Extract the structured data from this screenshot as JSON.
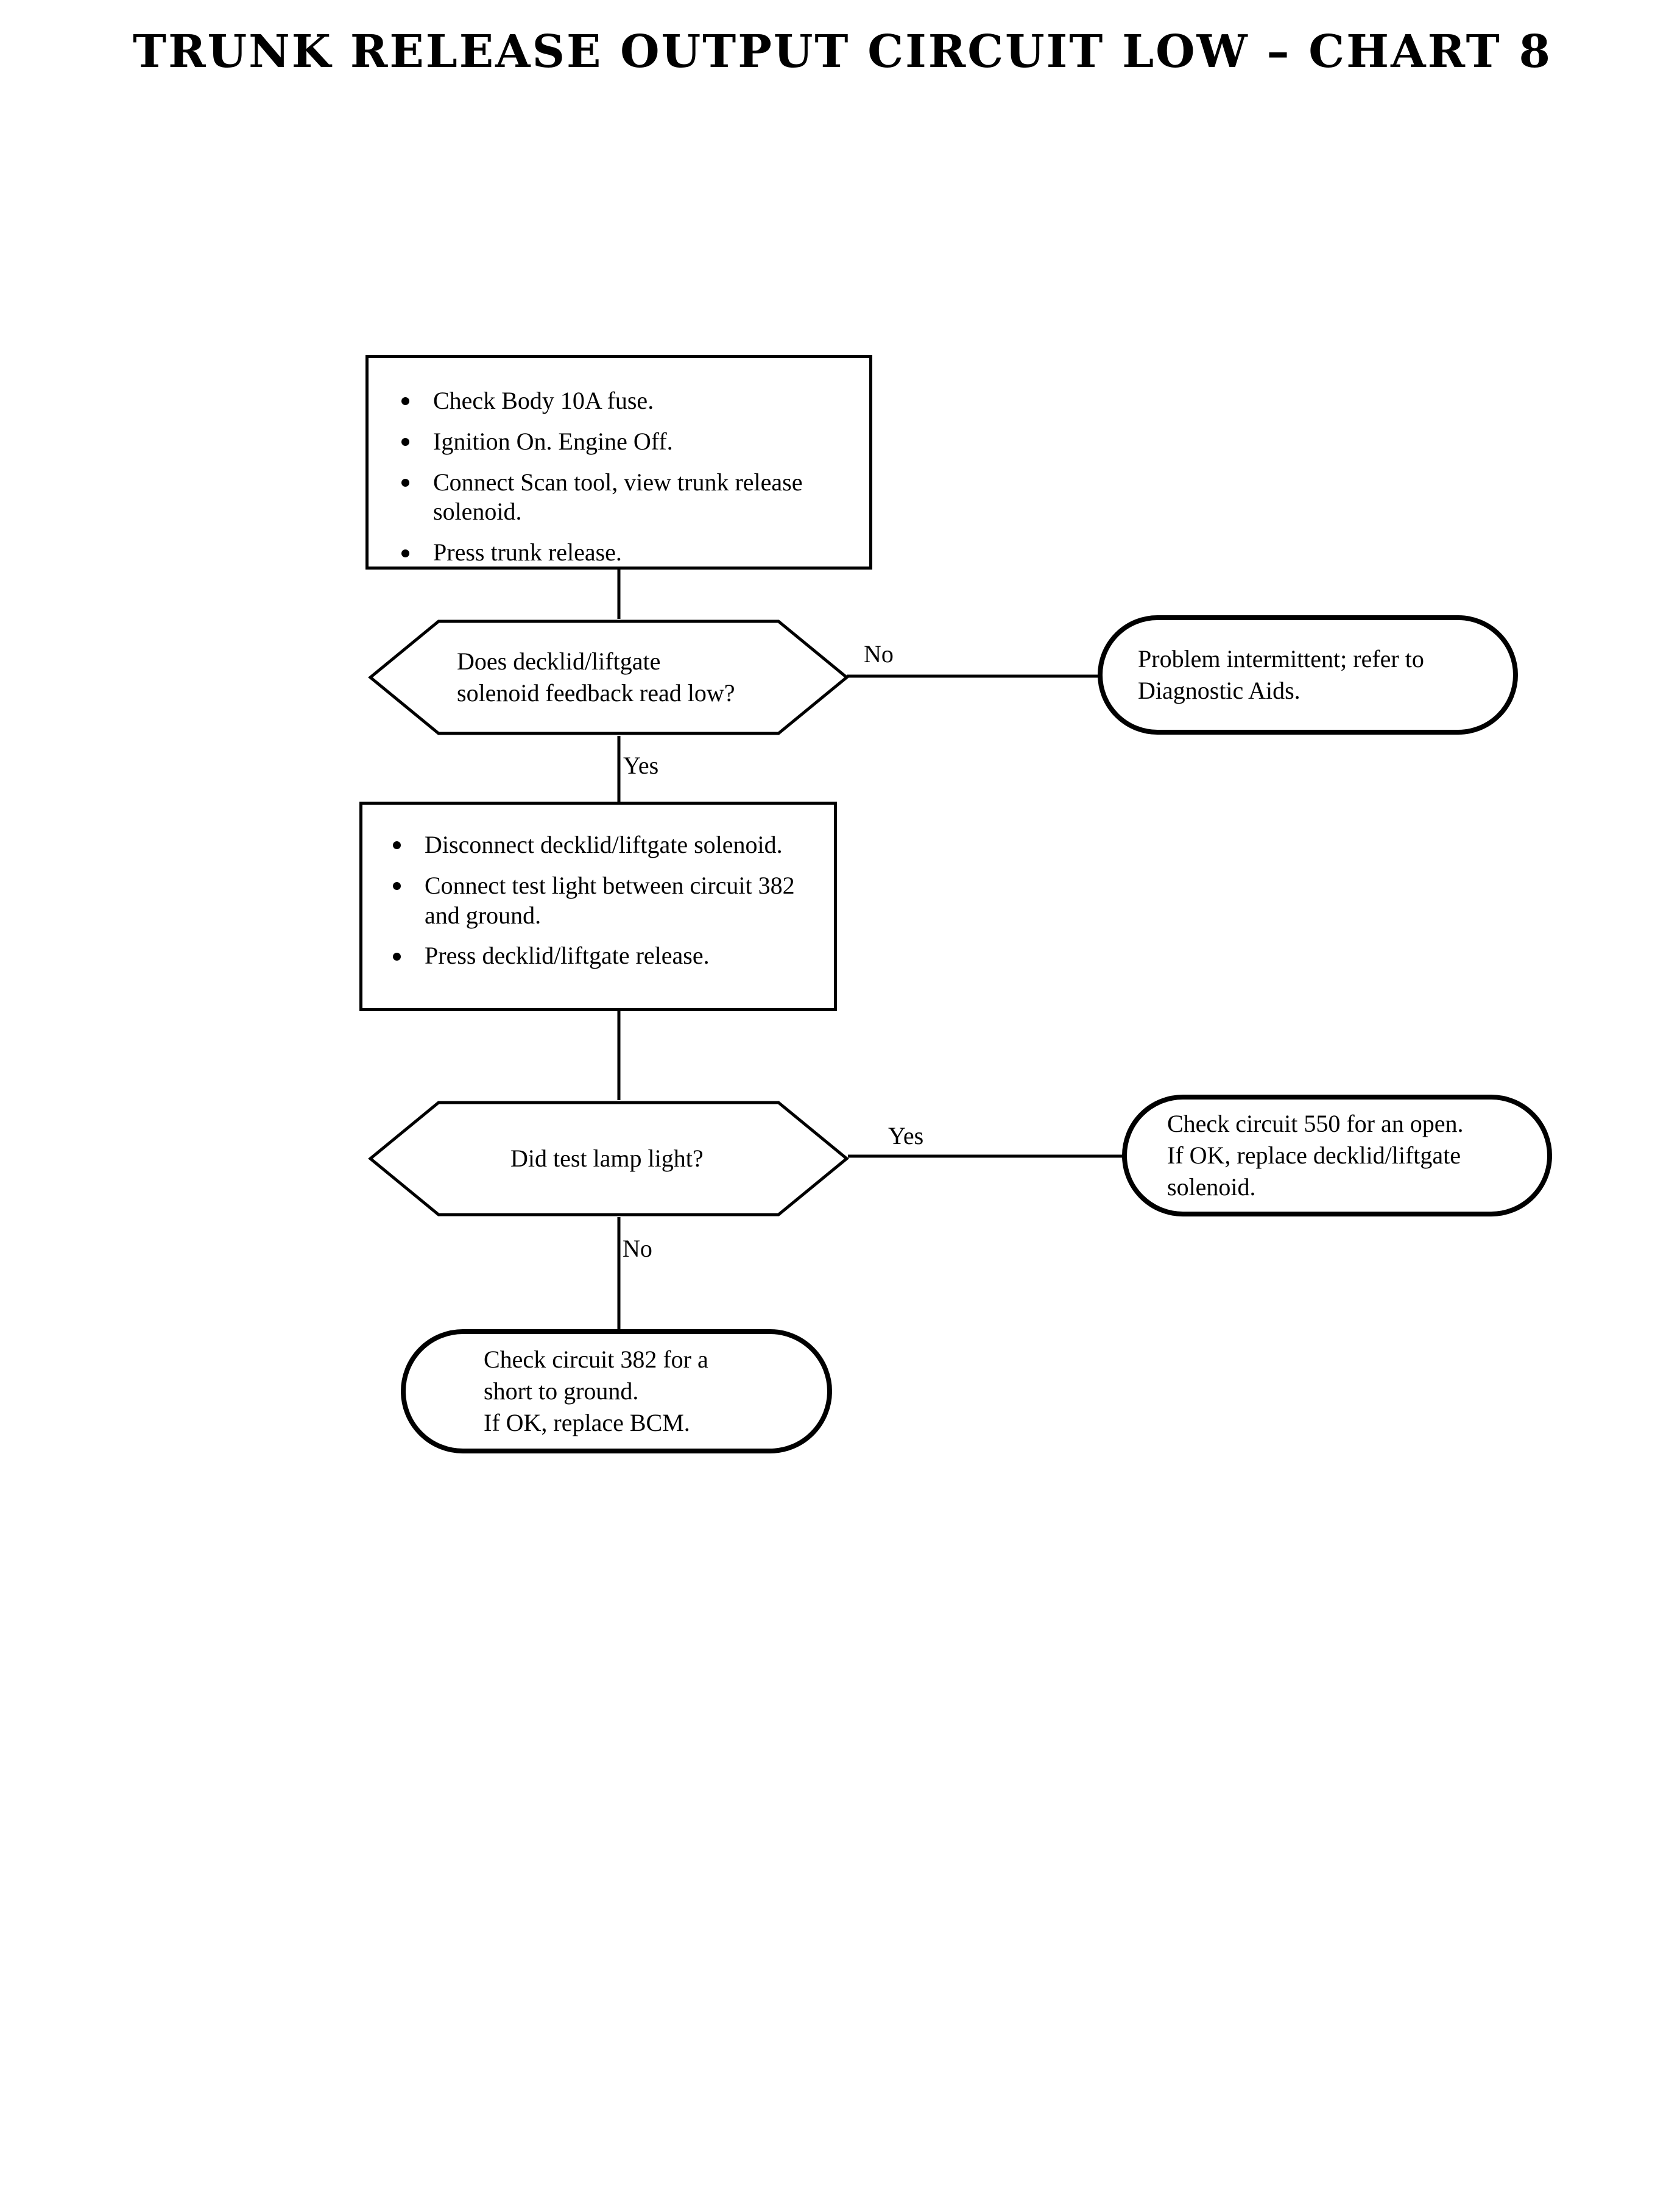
{
  "title": "TRUNK RELEASE OUTPUT CIRCUIT LOW – CHART 8",
  "colors": {
    "ink": "#000000",
    "paper": "#ffffff"
  },
  "flow": {
    "process_1": {
      "shape": "rectangle",
      "bullets": [
        "Check Body 10A fuse.",
        "Ignition On. Engine Off.",
        "Connect Scan tool, view trunk release solenoid.",
        "Press trunk release."
      ]
    },
    "decision_1": {
      "shape": "hexagon",
      "line_1": "Does decklid/liftgate",
      "line_2": "solenoid feedback read low?",
      "branch_no": "No",
      "branch_yes": "Yes"
    },
    "terminator_intermittent": {
      "shape": "stadium",
      "line_1": "Problem intermittent; refer to",
      "line_2": "Diagnostic Aids."
    },
    "process_2": {
      "shape": "rectangle",
      "bullets": [
        "Disconnect decklid/liftgate solenoid.",
        "Connect test light between circuit 382 and ground.",
        "Press decklid/liftgate release."
      ]
    },
    "decision_2": {
      "shape": "hexagon",
      "line_1": "Did test lamp light?",
      "branch_yes": "Yes",
      "branch_no": "No"
    },
    "terminator_circuit550": {
      "shape": "stadium",
      "line_1": "Check circuit 550 for an open.",
      "line_2": "If OK, replace decklid/liftgate",
      "line_3": "solenoid."
    },
    "terminator_circuit382": {
      "shape": "stadium",
      "line_1": "Check circuit 382 for a",
      "line_2": "short to ground.",
      "line_3": "If OK, replace BCM."
    }
  }
}
